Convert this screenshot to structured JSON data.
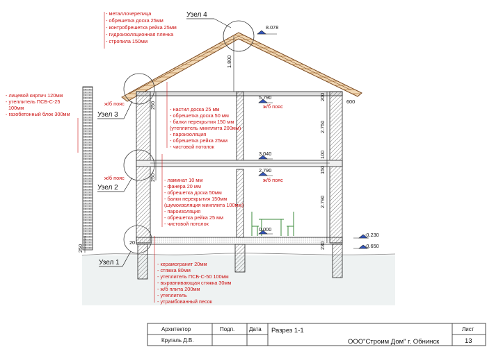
{
  "title_block": {
    "architect_label": "Архитектор",
    "signature_label": "Подп.",
    "date_label": "Дата",
    "architect_name": "Кругаль Д.В.",
    "section_name": "Разрез 1-1",
    "company": "ООО\"Строим Дом\" г. Обнинск",
    "sheet_label": "Лист",
    "sheet_number": "13"
  },
  "nodes": {
    "node1": "Узел 1",
    "node2": "Узел 2",
    "node3": "Узел 3",
    "node4": "Узел 4"
  },
  "notes": {
    "roof": [
      "- металлочерепица",
      "- обрешетка доска 25мм",
      "- контробрешетка рейка 25мм",
      "- гидроизоляционная пленка",
      "- стропила 150мм"
    ],
    "wall": [
      "- лицевой кирпич 120мм",
      "- утеплитель ПСБ-С-25",
      "100мм",
      "- газобетонный блок 300мм"
    ],
    "attic_floor": [
      "- настил доска 25 мм",
      "- обрешетка доска 50 мм",
      "- балки перекрытия 150 мм",
      "(утеплитель минплита 200мм)",
      "- пароизоляция",
      "- обрешетка рейка 25мм",
      "- чистовой потолок"
    ],
    "interfloor": [
      "- ламинат 10 мм",
      "- фанера 20 мм",
      "- обрешетка доска 50мм",
      "- балки перекрытия 150мм",
      "(шумоизоляция минплита 100мм)",
      "- пароизоляция",
      "- обрешетка  рейка 25 мм",
      "- чистовой потолок"
    ],
    "ground_floor": [
      "- керамогранит 20мм",
      "- стяжка 80мм",
      "- утеплитель ПСБ-С-50 100мм",
      "- выравнивающая стяжка 30мм",
      "- ж/б плита 200мм",
      "- утеплитель",
      "- утрамбованный песок"
    ]
  },
  "belts": {
    "left_upper": "ж/б пояс",
    "left_lower": "ж/б пояс",
    "right_upper": "ж/б пояс",
    "right_lower": "ж/б пояс"
  },
  "elevations": {
    "ridge": "8.078",
    "attic": "5.790",
    "second_floor": "3.040",
    "second_floor_belt": "2.790",
    "ground_floor": "0.000",
    "grade": "-0.230",
    "footing": "-0.650"
  },
  "dimensions": {
    "ridge_height": "1.800",
    "attic_slab": "200",
    "top_belt": "250",
    "second_floor_height": "2.750",
    "interfloor_slab": "100",
    "lower_belt": "150",
    "first_floor_height": "2.790",
    "ground_slab": "230",
    "overhang": "600",
    "plinth": "250",
    "mid_belt": "250",
    "base_offset": "20"
  }
}
